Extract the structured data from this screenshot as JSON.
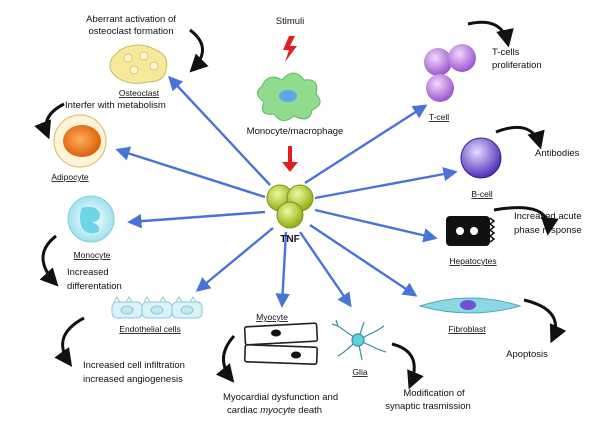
{
  "center": {
    "stimuli": "Stimuli",
    "source": "Monocyte/macrophage",
    "cytokine": "TNF"
  },
  "targets": {
    "osteoclast": {
      "cell": "Osteoclast",
      "effect": [
        "Aberrant activation of",
        "osteoclast formation"
      ]
    },
    "adipocyte": {
      "cell": "Adipocyte",
      "effect": [
        "Interfer with metabolism"
      ]
    },
    "monocyte": {
      "cell": "Monocyte",
      "effect": [
        "Increased",
        "differentation"
      ]
    },
    "endothelial": {
      "cell": "Endothelial cells",
      "effect": [
        "Increased cell infiltration",
        "increased angiogenesis"
      ]
    },
    "myocyte": {
      "cell": "Myocyte",
      "effect": [
        "Myocardial dysfunction and",
        "cardiac",
        "myocyte",
        "death"
      ]
    },
    "glia": {
      "cell": "Glia",
      "effect": [
        "Modification of",
        "synaptic trasmission"
      ]
    },
    "fibroblast": {
      "cell": "Fibroblast",
      "effect": [
        "Apoptosis"
      ]
    },
    "hepatocytes": {
      "cell": "Hepatocytes",
      "effect": [
        "Increased acute",
        "phase response"
      ]
    },
    "bcell": {
      "cell": "B-cell",
      "effect": [
        "Antibodies"
      ]
    },
    "tcell": {
      "cell": "T-cell",
      "effect": [
        "T-cells",
        "proliferation"
      ]
    }
  },
  "colors": {
    "arrow": "#4a73d8",
    "stimulus_arrow": "#e02020",
    "tnf": "#b9d21e",
    "macrophage": "#8fdc8f",
    "osteoclast": "#f6ea9a",
    "adipocyte": "#f28a1e",
    "monocyte": "#a6e6f0",
    "endothelial": "#bfe8f0",
    "tcell": "#b073d8",
    "bcell": "#6f4fd8",
    "fibroblast": "#7fd3de"
  },
  "icons": [
    "macrophage-icon",
    "tnf-trimer-icon",
    "osteoclast-icon",
    "adipocyte-icon",
    "monocyte-icon",
    "endothelial-icon",
    "myocyte-icon",
    "glia-icon",
    "fibroblast-icon",
    "hepatocyte-icon",
    "bcell-icon",
    "tcell-icon"
  ]
}
